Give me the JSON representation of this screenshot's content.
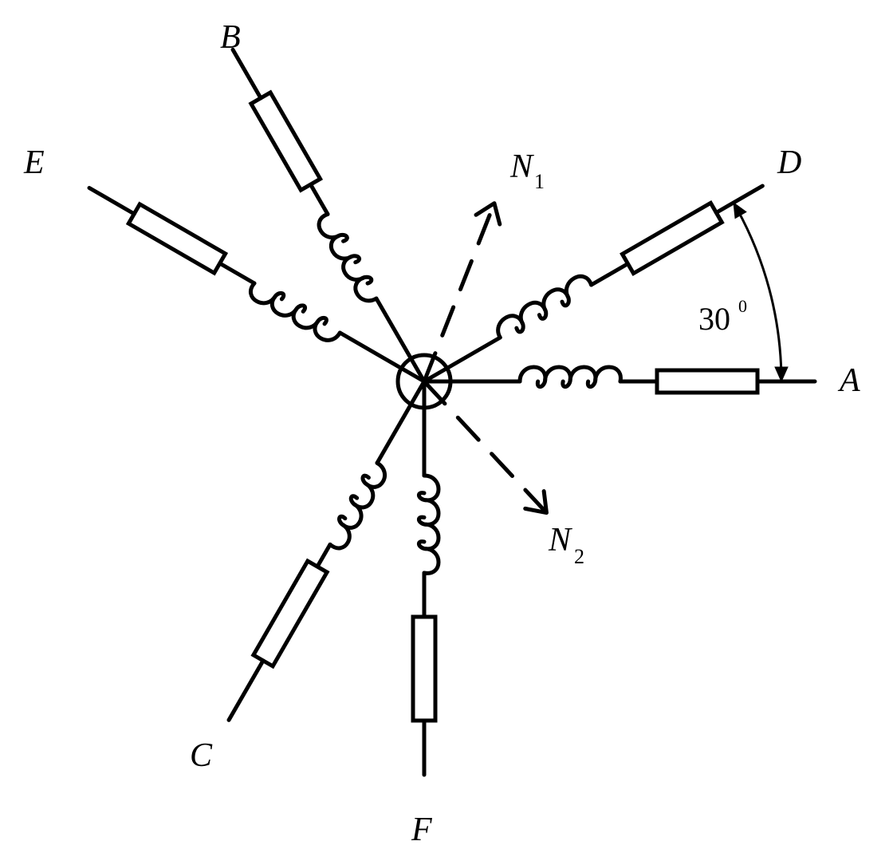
{
  "diagram": {
    "stroke_color": "#000000",
    "background": "#ffffff",
    "windings": [
      {
        "id": "A",
        "label": "A"
      },
      {
        "id": "D",
        "label": "D"
      },
      {
        "id": "B",
        "label": "B"
      },
      {
        "id": "E",
        "label": "E"
      },
      {
        "id": "C",
        "label": "C"
      },
      {
        "id": "F",
        "label": "F"
      }
    ],
    "neutrals": [
      {
        "id": "N1",
        "label": "N",
        "subscript": "1"
      },
      {
        "id": "N2",
        "label": "N",
        "subscript": "2"
      }
    ],
    "angle": {
      "value": "30",
      "superscript": "0"
    },
    "components_per_winding": [
      "inductor",
      "resistor"
    ]
  }
}
